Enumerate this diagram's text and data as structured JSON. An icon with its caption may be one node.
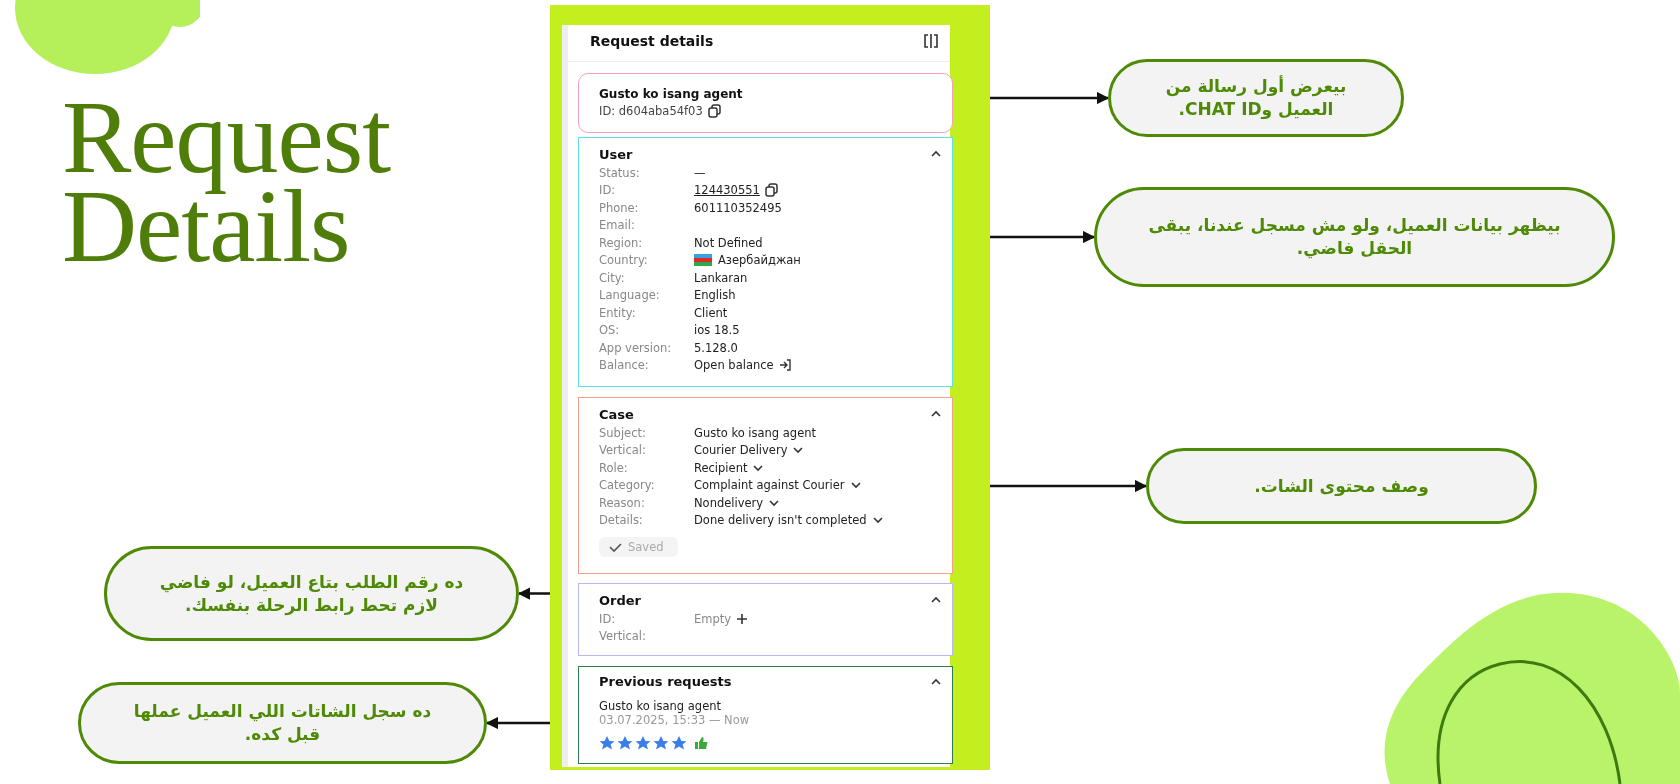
{
  "diagram": {
    "title": "Request Details",
    "nodes": [
      {
        "text": [
          "Request details"
        ]
      },
      {
        "text": [
          "Gusto ko isang agent",
          "ID: d604aba54f03"
        ],
        "in": 0
      },
      {
        "text": [
          "User",
          "Status:",
          "—",
          "ID:",
          "124430551",
          "Phone:",
          "601110352495",
          "Email:",
          "Region:",
          "Not Defined",
          "Country:",
          "Азербайджан",
          "City:",
          "Lankaran",
          "Language:",
          "English",
          "Entity:",
          "Client",
          "OS:",
          "ios 18.5",
          "App version:",
          "5.128.0",
          "Balance:",
          "Open balance"
        ],
        "in": 0
      },
      {
        "text": [
          "Case",
          "Subject:",
          "Gusto ko isang agent",
          "Vertical:",
          "Courier Delivery",
          "Role:",
          "Recipient",
          "Category:",
          "Complaint against Courier",
          "Reason:",
          "Nondelivery",
          "Details:",
          "Done delivery isn't completed",
          "Saved"
        ],
        "in": 0
      },
      {
        "text": [
          "Order",
          "ID:",
          "Empty",
          "Vertical:"
        ],
        "in": 0
      },
      {
        "text": [
          "Previous requests",
          "Gusto ko isang agent",
          "03.07.2025, 15:33 — Now"
        ],
        "in": 0
      },
      {
        "text": [
          "بيعرض أول رسالة من العميل وCHAT ID."
        ]
      },
      {
        "text": [
          "بيظهر بيانات العميل، ولو مش مسجل عندنا، يبقى الحقل فاضي."
        ]
      },
      {
        "text": [
          "وصف محتوى الشات."
        ]
      },
      {
        "text": [
          "ده رقم الطلب بتاع العميل، لو فاضي لازم تحط رابط الرحلة بنفسك."
        ]
      },
      {
        "text": [
          "ده سجل الشاتات اللي العميل عملها قبل كده."
        ]
      }
    ],
    "edges": [
      {
        "from": 1,
        "to": 6,
        "arrow": "to"
      },
      {
        "from": 2,
        "to": 7,
        "arrow": "to"
      },
      {
        "from": 3,
        "to": 8,
        "arrow": "to"
      },
      {
        "from": 4,
        "to": 9,
        "arrow": "to"
      },
      {
        "from": 5,
        "to": 10,
        "arrow": "to"
      }
    ]
  }
}
